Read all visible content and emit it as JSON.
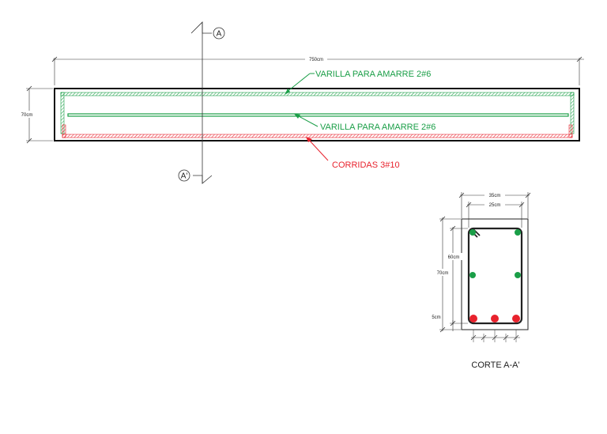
{
  "elevation": {
    "section_mark_top": "A",
    "section_mark_bottom": "A'",
    "length_dim": "750cm",
    "height_dim": "70cm",
    "label_top_bars": "VARILLA PARA AMARRE 2#6",
    "label_mid_bars": "VARILLA PARA AMARRE 2#6",
    "label_bottom_bars": "CORRIDAS 3#10"
  },
  "section": {
    "title": "CORTE A-A'",
    "dim_outer_width": "35cm",
    "dim_inner_width": "25cm",
    "dim_inner_height": "60cm",
    "dim_total_height": "70cm",
    "dim_cover": "5cm"
  },
  "colors": {
    "green": "#1a9e47",
    "red": "#e8222d",
    "line": "#222222"
  }
}
